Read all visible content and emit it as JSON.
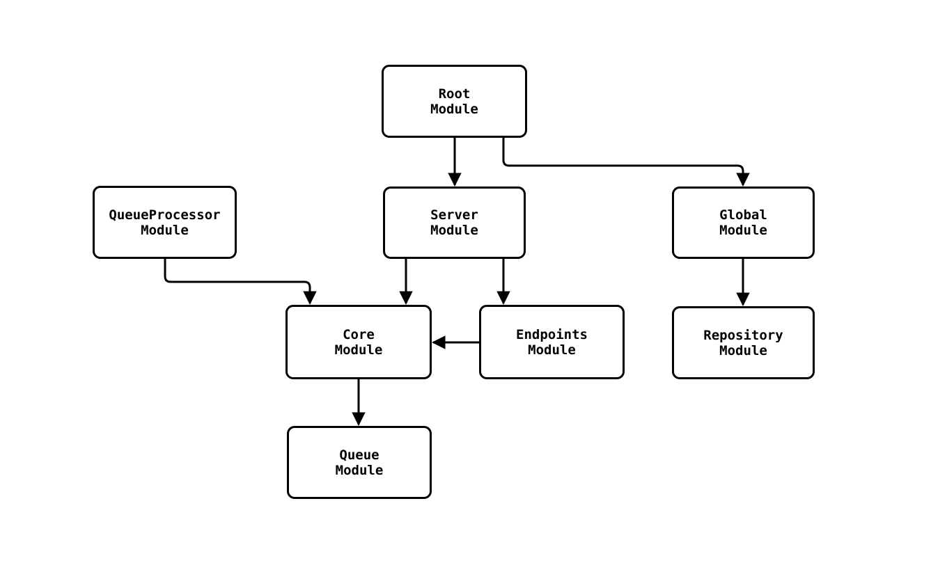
{
  "diagram": {
    "background_color": "#ffffff",
    "line_color": "#000000",
    "node_fill_color": "#ffffff",
    "node_border_color": "#000000",
    "nodes": [
      {
        "id": "root",
        "line1": "Root",
        "line2": "Module"
      },
      {
        "id": "queueprocessor",
        "line1": "QueueProcessor",
        "line2": "Module"
      },
      {
        "id": "server",
        "line1": "Server",
        "line2": "Module"
      },
      {
        "id": "global",
        "line1": "Global",
        "line2": "Module"
      },
      {
        "id": "core",
        "line1": "Core",
        "line2": "Module"
      },
      {
        "id": "endpoints",
        "line1": "Endpoints",
        "line2": "Module"
      },
      {
        "id": "repository",
        "line1": "Repository",
        "line2": "Module"
      },
      {
        "id": "queue",
        "line1": "Queue",
        "line2": "Module"
      }
    ],
    "edges": [
      {
        "from": "root",
        "to": "server"
      },
      {
        "from": "root",
        "to": "global"
      },
      {
        "from": "queueprocessor",
        "to": "core"
      },
      {
        "from": "server",
        "to": "core"
      },
      {
        "from": "server",
        "to": "endpoints"
      },
      {
        "from": "endpoints",
        "to": "core"
      },
      {
        "from": "global",
        "to": "repository"
      },
      {
        "from": "core",
        "to": "queue"
      }
    ]
  }
}
